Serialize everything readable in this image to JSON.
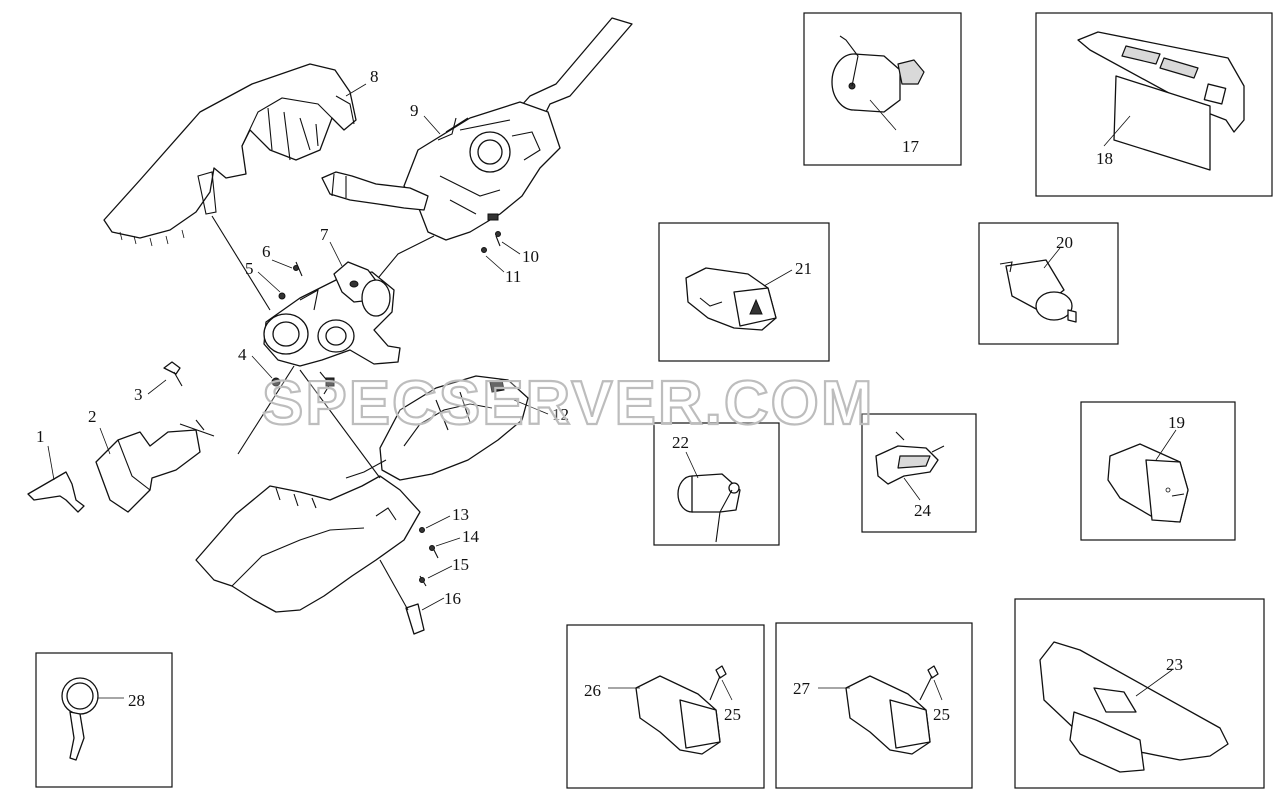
{
  "diagram": {
    "watermark": "SPECSERVER.COM",
    "callouts": [
      "1",
      "2",
      "3",
      "4",
      "5",
      "6",
      "7",
      "8",
      "9",
      "10",
      "11",
      "12",
      "13",
      "14",
      "15",
      "16",
      "17",
      "18",
      "19",
      "20",
      "21",
      "22",
      "23",
      "24",
      "25",
      "25",
      "26",
      "27",
      "28"
    ]
  }
}
